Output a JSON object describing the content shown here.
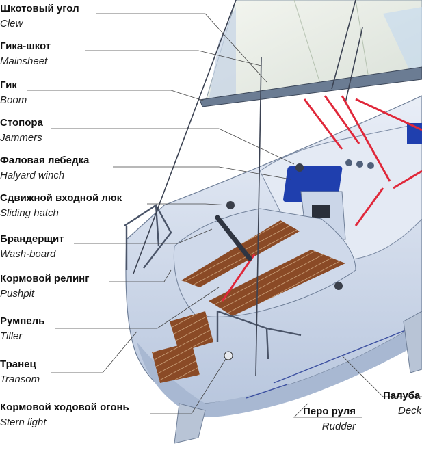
{
  "labels": [
    {
      "ru": "Шкотовый угол",
      "en": "Clew"
    },
    {
      "ru": "Гика-шкот",
      "en": "Mainsheet"
    },
    {
      "ru": "Гик",
      "en": "Boom"
    },
    {
      "ru": "Стопора",
      "en": "Jammers"
    },
    {
      "ru": "Фаловая лебедка",
      "en": "Halyard winch"
    },
    {
      "ru": "Сдвижной входной люк",
      "en": "Sliding hatch"
    },
    {
      "ru": "Брандерщит",
      "en": "Wash-board"
    },
    {
      "ru": "Кормовой релинг",
      "en": "Pushpit"
    },
    {
      "ru": "Румпель",
      "en": "Tiller"
    },
    {
      "ru": "Транец",
      "en": "Transom"
    },
    {
      "ru": "Кормовой ходовой огонь",
      "en": "Stern light"
    }
  ],
  "rudder": {
    "ru": "Перо руля",
    "en": "Rudder"
  },
  "deck": {
    "ru": "Палуба",
    "en": "Deck"
  },
  "colors": {
    "hull": "#dde5f2",
    "hull_shadow": "#b8c6de",
    "teak": "#8a4a26",
    "sail": "#eef2ec",
    "rigging_red": "#e0283a",
    "hatch_blue": "#1f3fae",
    "boom": "#6b7c93"
  }
}
